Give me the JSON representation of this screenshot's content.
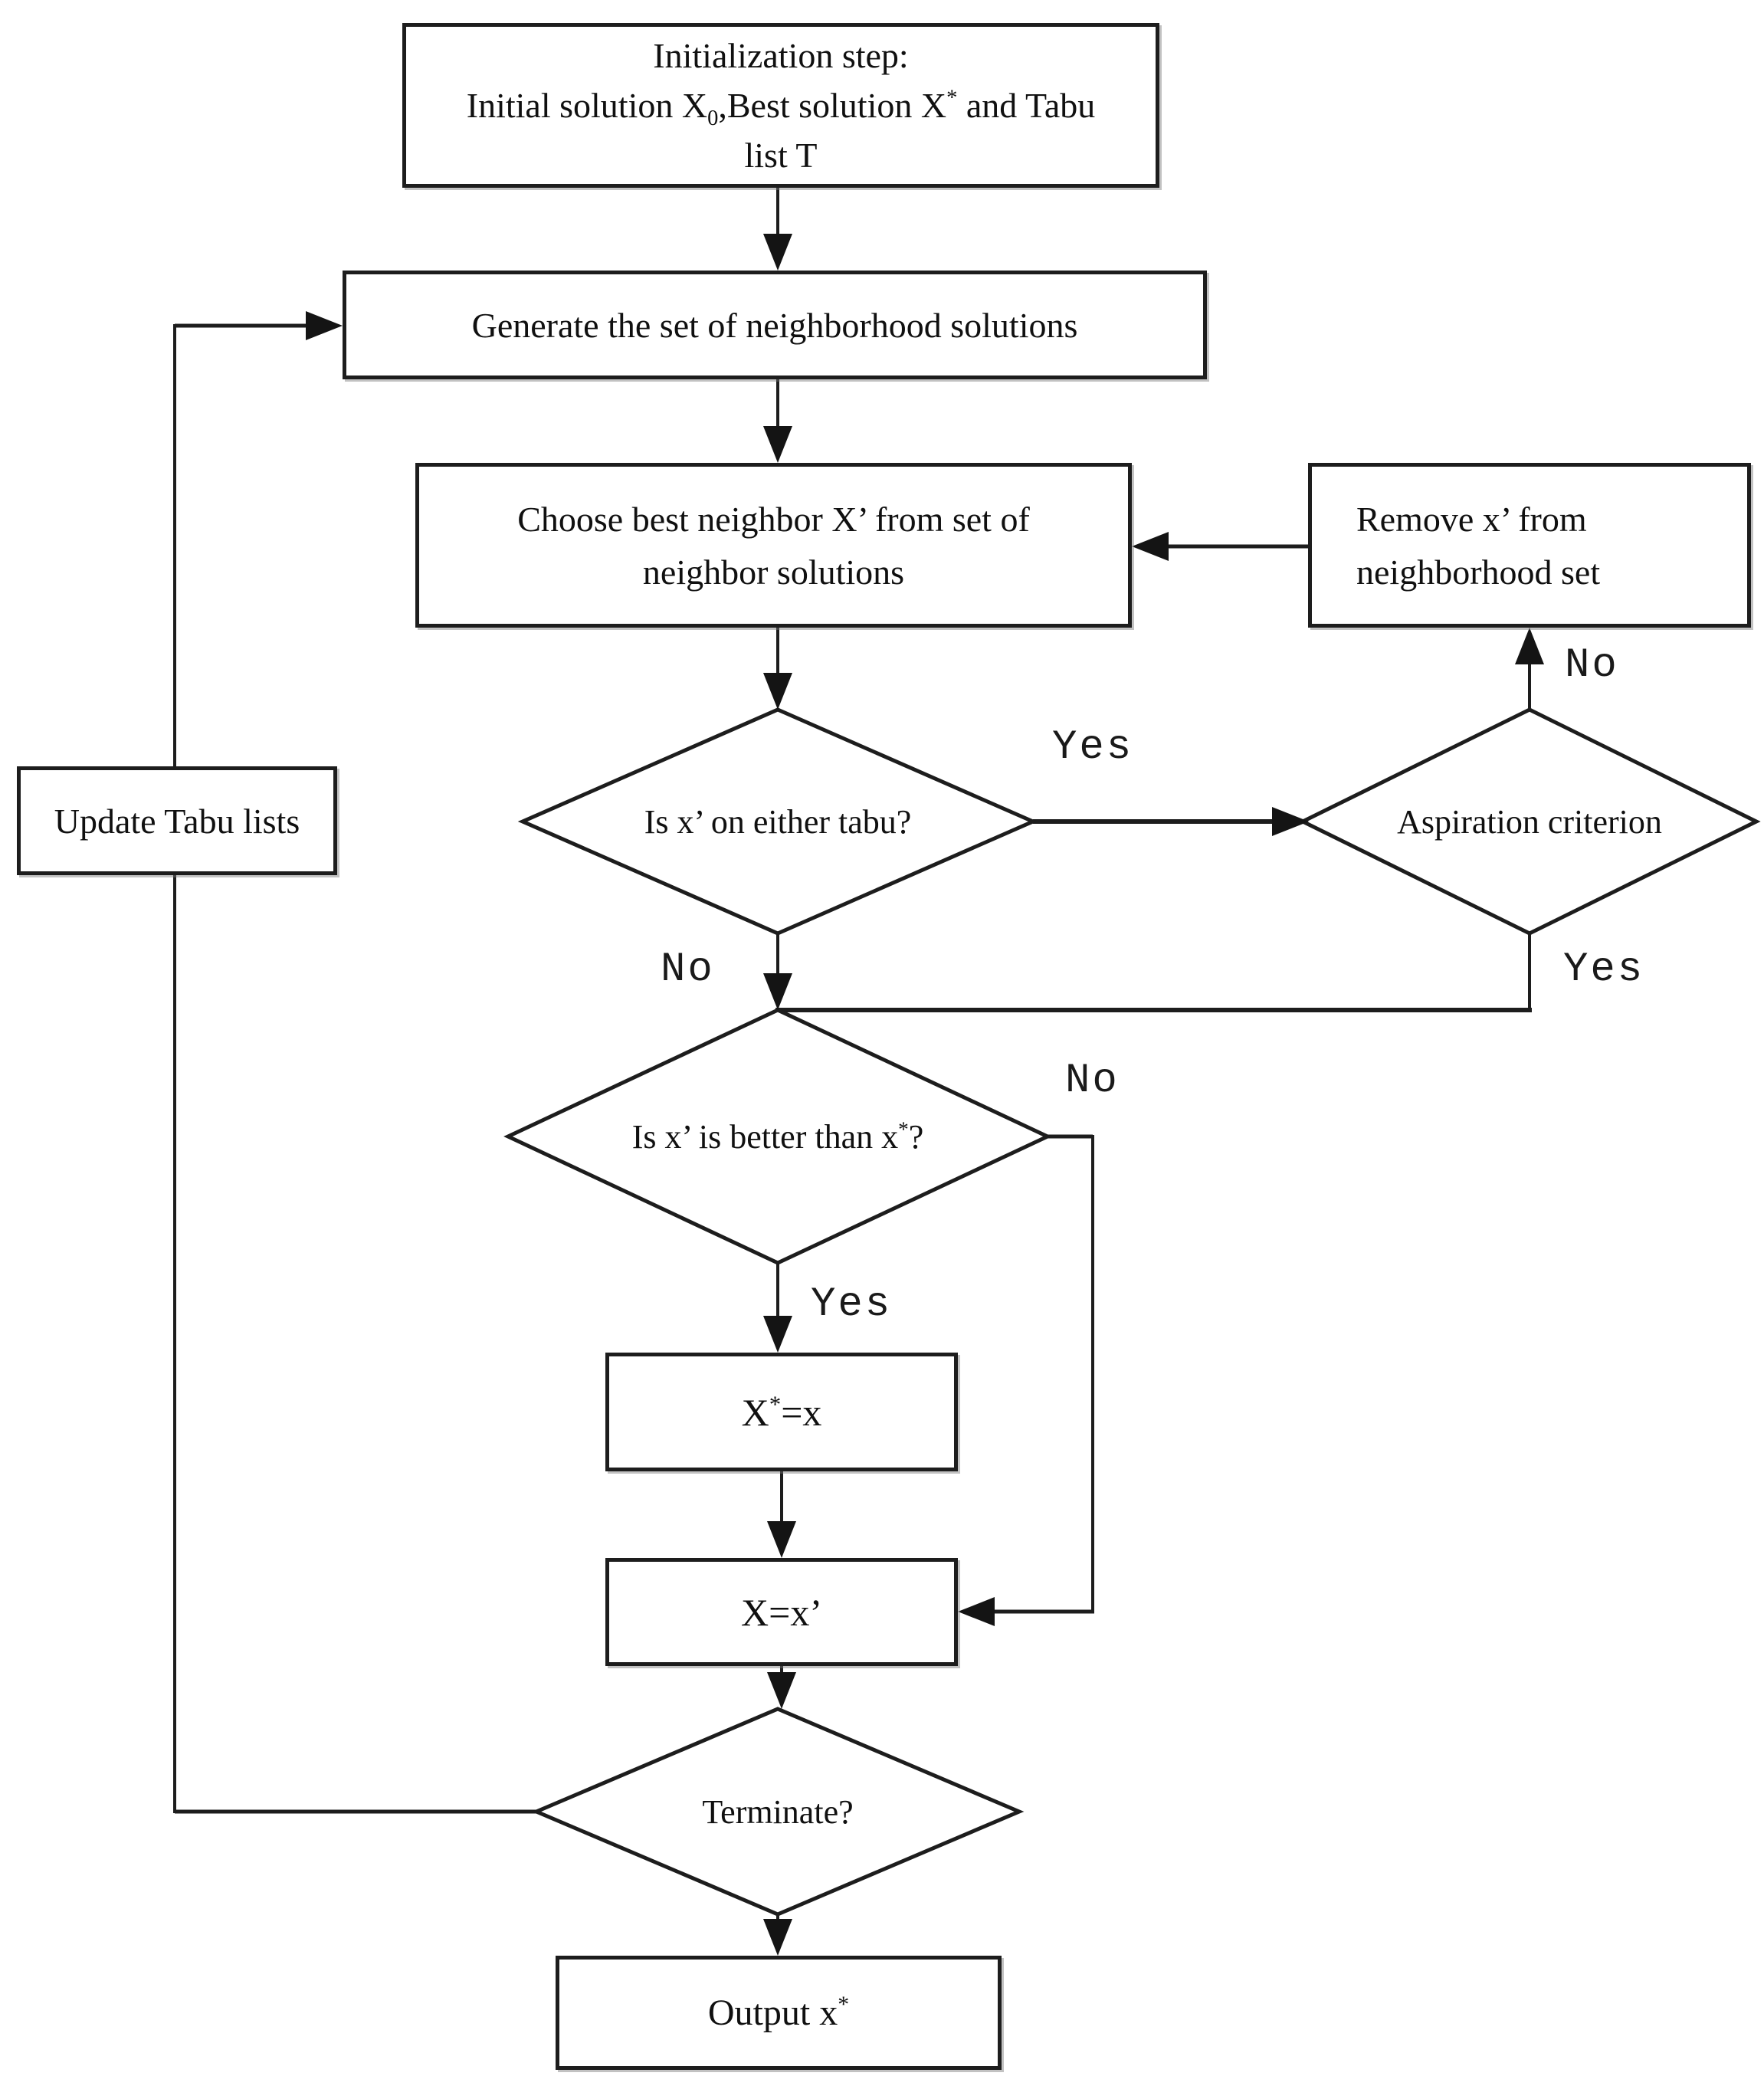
{
  "nodes": {
    "init": {
      "line1": "Initialization step:",
      "line2_pre": "Initial solution X",
      "line2_sub": "0",
      "line2_mid": ",Best solution X",
      "line2_sup": "*",
      "line2_post": " and Tabu",
      "line3": "list T"
    },
    "generate": {
      "label": "Generate the set of neighborhood solutions"
    },
    "choose": {
      "line1": "Choose best neighbor X’ from set of",
      "line2": "neighbor solutions"
    },
    "remove": {
      "line1": "Remove x’ from",
      "line2": "neighborhood set"
    },
    "tabu_check": {
      "label": "Is x’ on either tabu?"
    },
    "aspiration": {
      "label": "Aspiration criterion"
    },
    "update_tabu": {
      "label": "Update Tabu lists"
    },
    "better_check": {
      "pre": "Is x’ is better than x",
      "sup": "*",
      "post": "?"
    },
    "set_best": {
      "pre": "X",
      "sup": "*",
      "post": "=x"
    },
    "set_current": {
      "label": "X=x’"
    },
    "terminate": {
      "label": "Terminate?"
    },
    "output": {
      "pre": "Output x",
      "sup": "*"
    }
  },
  "edge_labels": {
    "tabu_yes": "Yes",
    "tabu_no": "No",
    "aspiration_no": "No",
    "aspiration_yes": "Yes",
    "better_no": "No",
    "better_yes": "Yes"
  },
  "colors": {
    "line": "#1d1d1d",
    "background": "#ffffff",
    "text": "#101010"
  }
}
